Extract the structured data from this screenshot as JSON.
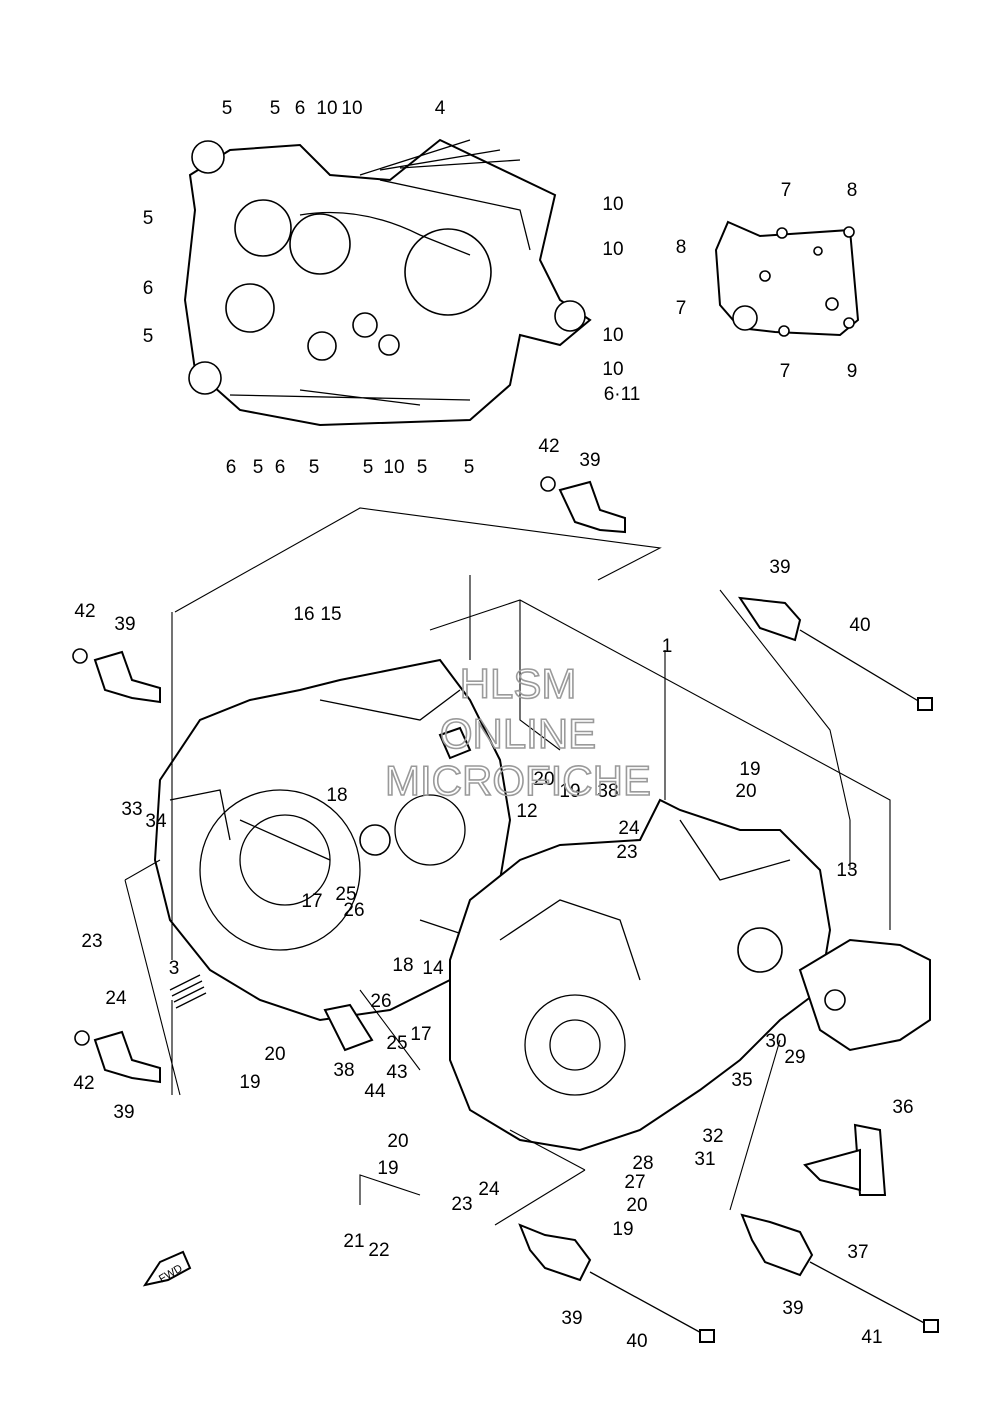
{
  "watermark": {
    "line1": "HLSM",
    "line2": "ONLINE",
    "line3": "MICROFICHE"
  },
  "fwd_arrow": {
    "label": "FWD"
  },
  "callouts": {
    "top_left_case": [
      "5",
      "5",
      "6",
      "10",
      "10",
      "4",
      "10",
      "5",
      "6",
      "10",
      "5",
      "10",
      "10",
      "6·11",
      "6",
      "5",
      "6",
      "5",
      "5",
      "10",
      "5",
      "5"
    ],
    "cover": [
      "7",
      "8",
      "8",
      "7",
      "7",
      "7",
      "9"
    ],
    "main": [
      "42",
      "39",
      "39",
      "40",
      "1",
      "16",
      "15",
      "42",
      "39",
      "33",
      "34",
      "18",
      "17",
      "25",
      "26",
      "20",
      "19",
      "38",
      "19",
      "20",
      "12",
      "24",
      "23",
      "13",
      "23",
      "24",
      "3",
      "18",
      "14",
      "26",
      "17",
      "25",
      "20",
      "19",
      "38",
      "43",
      "44",
      "30",
      "29",
      "35",
      "20",
      "19",
      "23",
      "24",
      "28",
      "27",
      "20",
      "19",
      "21",
      "22",
      "32",
      "31",
      "36",
      "37",
      "39",
      "40",
      "39",
      "41",
      "42",
      "39"
    ]
  }
}
